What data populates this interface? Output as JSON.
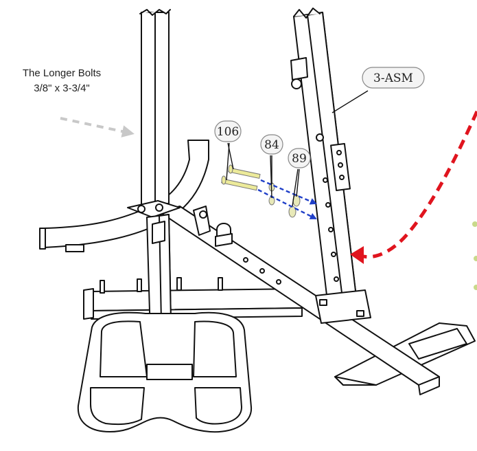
{
  "note": {
    "line1": "The Longer Bolts",
    "line2": "3/8\" x 3-3/4\""
  },
  "callouts": {
    "assembly": "3-ASM",
    "bolt": "106",
    "washer_small": "84",
    "washer_large": "89"
  },
  "colors": {
    "line": "#111111",
    "insert_arrow": "#1f3fc8",
    "move_arrow": "#e0141e",
    "hint_arrow": "#c8c8c8",
    "bolt": "#ecea9a",
    "washer": "#e8e9b8",
    "label_bubble": "#f4f4f4"
  }
}
